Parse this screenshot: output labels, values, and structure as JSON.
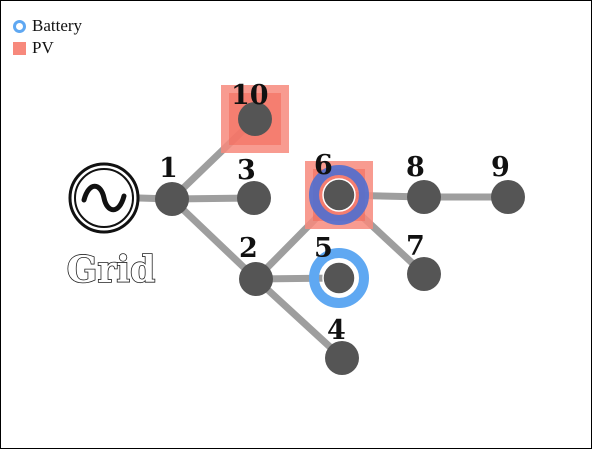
{
  "legend": {
    "battery_label": "Battery",
    "pv_label": "PV"
  },
  "grid_label": "Grid",
  "colors": {
    "node": "#555555",
    "edge": "#9e9e9e",
    "battery": "#5fa8f2",
    "battery_dark": "#4f6fd0",
    "pv": "#f7897c"
  },
  "nodes": [
    {
      "id": "1",
      "label": "1"
    },
    {
      "id": "2",
      "label": "2"
    },
    {
      "id": "3",
      "label": "3"
    },
    {
      "id": "4",
      "label": "4"
    },
    {
      "id": "5",
      "label": "5",
      "battery": true
    },
    {
      "id": "6",
      "label": "6",
      "battery": true,
      "pv": true
    },
    {
      "id": "7",
      "label": "7"
    },
    {
      "id": "8",
      "label": "8"
    },
    {
      "id": "9",
      "label": "9"
    },
    {
      "id": "10",
      "label": "10",
      "pv": true
    }
  ],
  "edges": [
    [
      "grid",
      "1"
    ],
    [
      "1",
      "10"
    ],
    [
      "1",
      "3"
    ],
    [
      "1",
      "2"
    ],
    [
      "2",
      "6"
    ],
    [
      "2",
      "5"
    ],
    [
      "2",
      "4"
    ],
    [
      "6",
      "8"
    ],
    [
      "6",
      "7"
    ],
    [
      "8",
      "9"
    ]
  ]
}
